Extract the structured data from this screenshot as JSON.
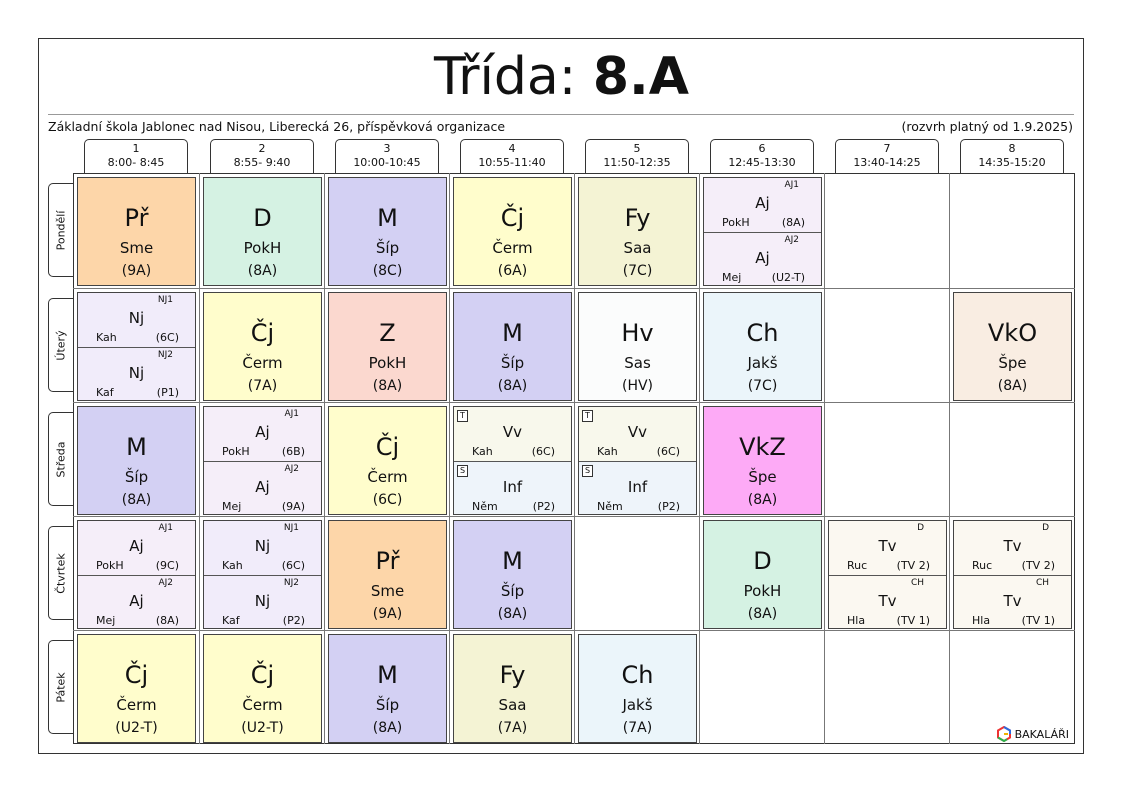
{
  "title_label": "Třída:",
  "class_name": "8.A",
  "school": "Základní škola Jablonec nad Nisou, Liberecká 26, příspěvková organizace",
  "valid_from": "(rozvrh platný od 1.9.2025)",
  "periods": [
    {
      "num": "1",
      "time": "8:00- 8:45"
    },
    {
      "num": "2",
      "time": "8:55- 9:40"
    },
    {
      "num": "3",
      "time": "10:00-10:45"
    },
    {
      "num": "4",
      "time": "10:55-11:40"
    },
    {
      "num": "5",
      "time": "11:50-12:35"
    },
    {
      "num": "6",
      "time": "12:45-13:30"
    },
    {
      "num": "7",
      "time": "13:40-14:25"
    },
    {
      "num": "8",
      "time": "14:35-15:20"
    }
  ],
  "days": [
    "Pondělí",
    "Úterý",
    "Středa",
    "Čtvrtek",
    "Pátek"
  ],
  "colors": {
    "Pr": "#FDD6A9",
    "D": "#D5F2E3",
    "M": "#D3D0F3",
    "Cj": "#FFFDCC",
    "Fy": "#F4F3D4",
    "Aj": "#F5EEF9",
    "Nj": "#F1ECFA",
    "Z": "#FBD8CF",
    "Hv": "#FBFCFC",
    "Ch": "#EBF5FA",
    "VkO": "#F9EDE2",
    "Vv": "#F8F8EC",
    "Inf": "#EEF4FA",
    "VkZ": "#FDAAF6",
    "Tv": "#FBF8F1"
  },
  "lessons": [
    {
      "day": 0,
      "p": 0,
      "color": "Pr",
      "subject": "Př",
      "teacher": "Sme",
      "room": "(9A)"
    },
    {
      "day": 0,
      "p": 1,
      "color": "D",
      "subject": "D",
      "teacher": "PokH",
      "room": "(8A)"
    },
    {
      "day": 0,
      "p": 2,
      "color": "M",
      "subject": "M",
      "teacher": "Šíp",
      "room": "(8C)"
    },
    {
      "day": 0,
      "p": 3,
      "color": "Cj",
      "subject": "Čj",
      "teacher": "Čerm",
      "room": "(6A)"
    },
    {
      "day": 0,
      "p": 4,
      "color": "Fy",
      "subject": "Fy",
      "teacher": "Saa",
      "room": "(7C)"
    },
    {
      "day": 0,
      "p": 5,
      "color": "Aj",
      "split": [
        {
          "group": "AJ1",
          "subject": "Aj",
          "teacher": "PokH",
          "room": "(8A)"
        },
        {
          "group": "AJ2",
          "subject": "Aj",
          "teacher": "Mej",
          "room": "(U2-T)"
        }
      ]
    },
    {
      "day": 1,
      "p": 0,
      "color": "Nj",
      "split": [
        {
          "group": "NJ1",
          "subject": "Nj",
          "teacher": "Kah",
          "room": "(6C)"
        },
        {
          "group": "NJ2",
          "subject": "Nj",
          "teacher": "Kaf",
          "room": "(P1)"
        }
      ]
    },
    {
      "day": 1,
      "p": 1,
      "color": "Cj",
      "subject": "Čj",
      "teacher": "Čerm",
      "room": "(7A)"
    },
    {
      "day": 1,
      "p": 2,
      "color": "Z",
      "subject": "Z",
      "teacher": "PokH",
      "room": "(8A)"
    },
    {
      "day": 1,
      "p": 3,
      "color": "M",
      "subject": "M",
      "teacher": "Šíp",
      "room": "(8A)"
    },
    {
      "day": 1,
      "p": 4,
      "color": "Hv",
      "subject": "Hv",
      "teacher": "Sas",
      "room": "(HV)"
    },
    {
      "day": 1,
      "p": 5,
      "color": "Ch",
      "subject": "Ch",
      "teacher": "Jakš",
      "room": "(7C)"
    },
    {
      "day": 1,
      "p": 7,
      "color": "VkO",
      "subject": "VkO",
      "teacher": "Špe",
      "room": "(8A)"
    },
    {
      "day": 2,
      "p": 0,
      "color": "M",
      "subject": "M",
      "teacher": "Šíp",
      "room": "(8A)"
    },
    {
      "day": 2,
      "p": 1,
      "color": "Aj",
      "split": [
        {
          "group": "AJ1",
          "subject": "Aj",
          "teacher": "PokH",
          "room": "(6B)"
        },
        {
          "group": "AJ2",
          "subject": "Aj",
          "teacher": "Mej",
          "room": "(9A)"
        }
      ]
    },
    {
      "day": 2,
      "p": 2,
      "color": "Cj",
      "subject": "Čj",
      "teacher": "Čerm",
      "room": "(6C)"
    },
    {
      "day": 2,
      "p": 3,
      "split": [
        {
          "week": "T",
          "color": "Vv",
          "subject": "Vv",
          "teacher": "Kah",
          "room": "(6C)"
        },
        {
          "week": "S",
          "color": "Inf",
          "subject": "Inf",
          "teacher": "Něm",
          "room": "(P2)"
        }
      ]
    },
    {
      "day": 2,
      "p": 4,
      "split": [
        {
          "week": "T",
          "color": "Vv",
          "subject": "Vv",
          "teacher": "Kah",
          "room": "(6C)"
        },
        {
          "week": "S",
          "color": "Inf",
          "subject": "Inf",
          "teacher": "Něm",
          "room": "(P2)"
        }
      ]
    },
    {
      "day": 2,
      "p": 5,
      "color": "VkZ",
      "subject": "VkZ",
      "teacher": "Špe",
      "room": "(8A)"
    },
    {
      "day": 3,
      "p": 0,
      "color": "Aj",
      "split": [
        {
          "group": "AJ1",
          "subject": "Aj",
          "teacher": "PokH",
          "room": "(9C)"
        },
        {
          "group": "AJ2",
          "subject": "Aj",
          "teacher": "Mej",
          "room": "(8A)"
        }
      ]
    },
    {
      "day": 3,
      "p": 1,
      "color": "Nj",
      "split": [
        {
          "group": "NJ1",
          "subject": "Nj",
          "teacher": "Kah",
          "room": "(6C)"
        },
        {
          "group": "NJ2",
          "subject": "Nj",
          "teacher": "Kaf",
          "room": "(P2)"
        }
      ]
    },
    {
      "day": 3,
      "p": 2,
      "color": "Pr",
      "subject": "Př",
      "teacher": "Sme",
      "room": "(9A)"
    },
    {
      "day": 3,
      "p": 3,
      "color": "M",
      "subject": "M",
      "teacher": "Šíp",
      "room": "(8A)"
    },
    {
      "day": 3,
      "p": 5,
      "color": "D",
      "subject": "D",
      "teacher": "PokH",
      "room": "(8A)"
    },
    {
      "day": 3,
      "p": 6,
      "color": "Tv",
      "split": [
        {
          "group": "D",
          "subject": "Tv",
          "teacher": "Ruc",
          "room": "(TV 2)"
        },
        {
          "group": "CH",
          "subject": "Tv",
          "teacher": "Hla",
          "room": "(TV 1)"
        }
      ]
    },
    {
      "day": 3,
      "p": 7,
      "color": "Tv",
      "split": [
        {
          "group": "D",
          "subject": "Tv",
          "teacher": "Ruc",
          "room": "(TV 2)"
        },
        {
          "group": "CH",
          "subject": "Tv",
          "teacher": "Hla",
          "room": "(TV 1)"
        }
      ]
    },
    {
      "day": 4,
      "p": 0,
      "color": "Cj",
      "subject": "Čj",
      "teacher": "Čerm",
      "room": "(U2-T)"
    },
    {
      "day": 4,
      "p": 1,
      "color": "Cj",
      "subject": "Čj",
      "teacher": "Čerm",
      "room": "(U2-T)"
    },
    {
      "day": 4,
      "p": 2,
      "color": "M",
      "subject": "M",
      "teacher": "Šíp",
      "room": "(8A)"
    },
    {
      "day": 4,
      "p": 3,
      "color": "Fy",
      "subject": "Fy",
      "teacher": "Saa",
      "room": "(7A)"
    },
    {
      "day": 4,
      "p": 4,
      "color": "Ch",
      "subject": "Ch",
      "teacher": "Jakš",
      "room": "(7A)"
    }
  ],
  "logo": {
    "text": "BAKALÁŘI",
    "icon": "bakalari-logo-icon"
  }
}
